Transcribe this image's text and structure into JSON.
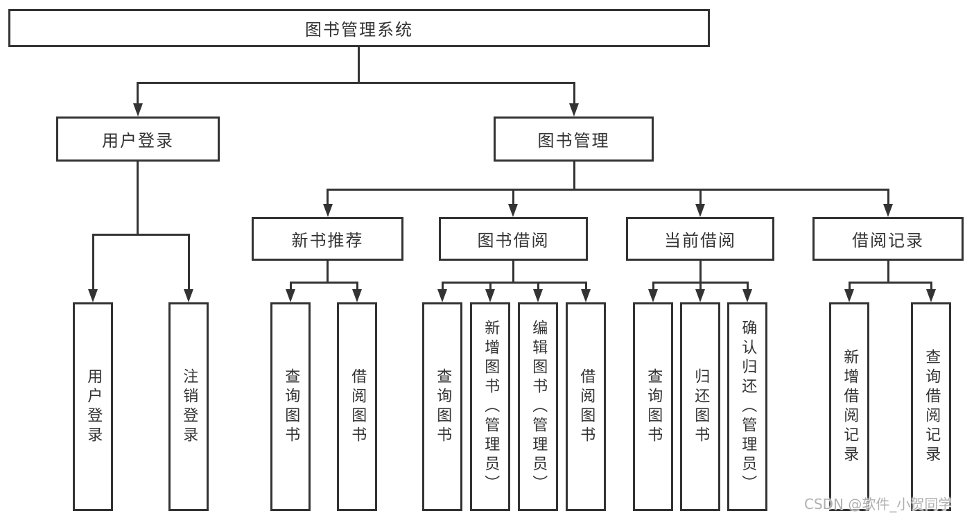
{
  "diagram": {
    "background_color": "#ffffff",
    "line_color": "#333333",
    "text_color": "#333333",
    "watermark": {
      "text": "CSDN @软件_小贺同学",
      "color": "#b0b0b0"
    },
    "nodes": {
      "root": "图书管理系统",
      "user_login": "用户登录",
      "book_management": "图书管理",
      "user_login_action": "用户登录",
      "logout_action": "注销登录",
      "new_book_recommend": "新书推荐",
      "book_borrowing": "图书借阅",
      "current_borrowing": "当前借阅",
      "borrowing_records": "借阅记录",
      "recommend_query_books": "查询图书",
      "recommend_borrow_books": "借阅图书",
      "borrowing_query_books": "查询图书",
      "borrowing_add_books": "新增图书（管理员）",
      "borrowing_edit_books": "编辑图书（管理员）",
      "borrowing_borrow_books": "借阅图书",
      "current_query_books": "查询图书",
      "current_return_books": "归还图书",
      "current_confirm_return": "确认归还（管理员）",
      "records_add_record": "新增借阅记录",
      "records_query_record": "查询借阅记录"
    }
  }
}
